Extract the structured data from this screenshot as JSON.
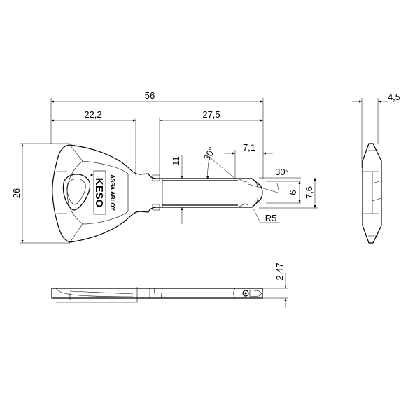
{
  "drawing": {
    "dimensions": {
      "overall_length": "56",
      "head_length": "22,2",
      "blade_length": "27,5",
      "head_height": "26",
      "blade_height": "11",
      "tip_length": "7,1",
      "angle_top": "30°",
      "angle_tip": "30°",
      "tip_inner": "6",
      "tip_outer": "7,6",
      "radius": "R5",
      "thickness_side": "4,5",
      "thickness_blade": "2,47"
    },
    "logo": {
      "brand": "KESO",
      "maker": "ASSA ABLOY"
    },
    "line_color": "#000000",
    "background": "#ffffff"
  }
}
